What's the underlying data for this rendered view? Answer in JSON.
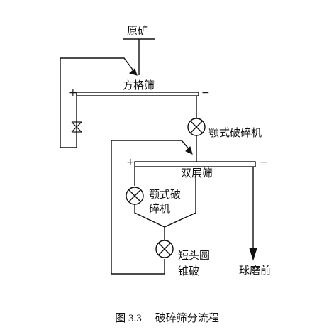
{
  "labels": {
    "raw_ore": "原矿",
    "square_screen": "方格筛",
    "jaw_crusher_1": "颚式破碎机",
    "double_deck_screen": "双层筛",
    "jaw_crusher_2_line1": "颚式破",
    "jaw_crusher_2_line2": "碎机",
    "short_head_cone_line1": "短头圆",
    "short_head_cone_line2": "锥破",
    "ball_mill_front": "球磨前"
  },
  "signs": {
    "plus": "+",
    "minus": "−"
  },
  "caption": {
    "number": "图 3.3",
    "title": "破碎筛分流程"
  },
  "icons": {
    "crusher": "crusher-circle-x-icon",
    "valve": "gate-valve-icon",
    "arrow": "arrowhead-icon"
  }
}
